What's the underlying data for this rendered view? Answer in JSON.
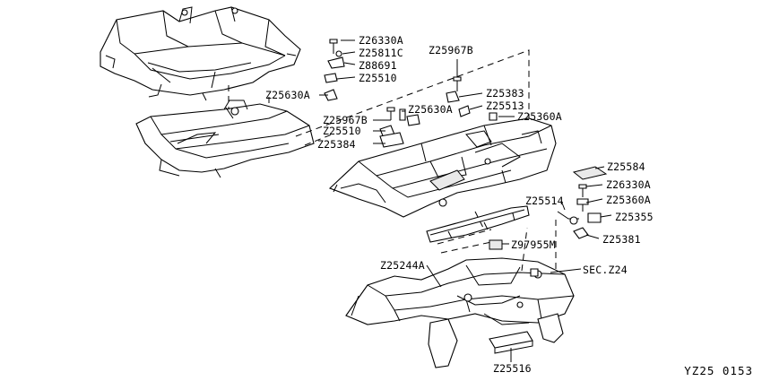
{
  "diagram": {
    "labels": {
      "z26330a_top": "Z26330A",
      "z25811c": "Z25811C",
      "z88691": "Z88691",
      "z25510_top": "Z25510",
      "z25630a_left": "Z25630A",
      "z25967b_top": "Z25967B",
      "z25383": "Z25383",
      "z25513": "Z25513",
      "z25360a_mid": "Z25360A",
      "z25630a_mid": "Z25630A",
      "z25967b_mid": "Z25967B",
      "z25510_mid": "Z25510",
      "z25384": "Z25384",
      "z25584": "Z25584",
      "z26330a_right": "Z26330A",
      "z25514": "Z25514",
      "z25360a_right": "Z25360A",
      "z25355": "Z25355",
      "z25381": "Z25381",
      "z97955m": "Z97955M",
      "z25244a": "Z25244A",
      "sec_z24": "SEC.Z24",
      "z25516": "Z25516"
    },
    "sheet_id": "YZ25 0153"
  }
}
